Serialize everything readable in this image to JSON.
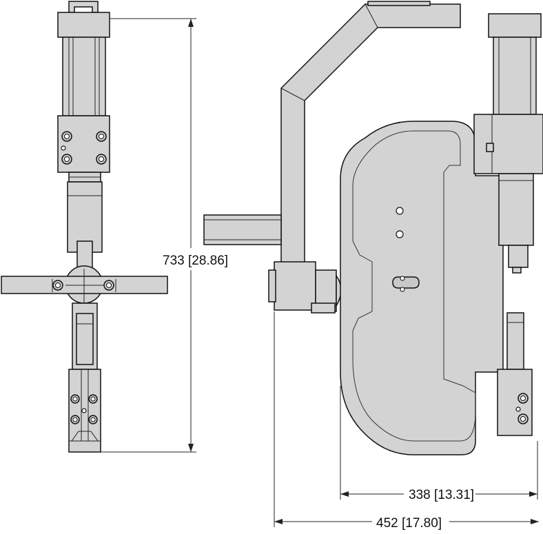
{
  "dimensions": {
    "height": {
      "text": "733 [28.86]"
    },
    "depth": {
      "text": "338 [13.31]"
    },
    "width": {
      "text": "452 [17.80]"
    }
  },
  "colors": {
    "fill": "#d3d3d3",
    "stroke": "#111111",
    "background": "#ffffff"
  }
}
